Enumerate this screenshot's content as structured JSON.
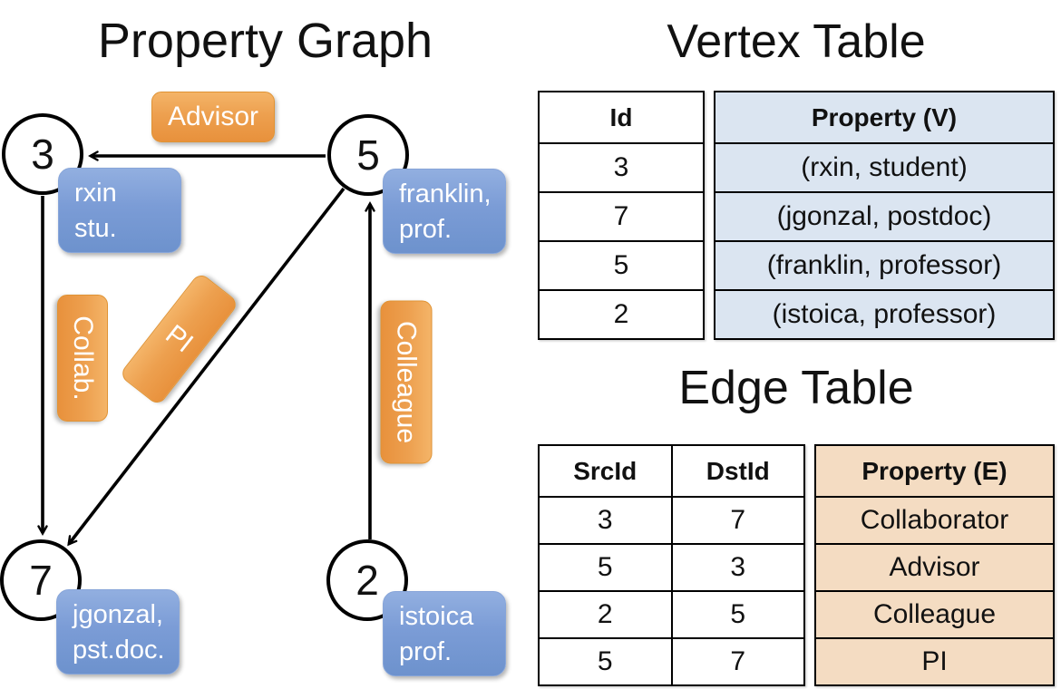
{
  "graph": {
    "title": "Property Graph",
    "nodes": [
      {
        "id": "3",
        "line1": "rxin",
        "line2": "stu."
      },
      {
        "id": "5",
        "line1": "franklin,",
        "line2": "prof."
      },
      {
        "id": "7",
        "line1": "jgonzal,",
        "line2": "pst.doc."
      },
      {
        "id": "2",
        "line1": "istoica",
        "line2": "prof."
      }
    ],
    "edge_labels": {
      "advisor": "Advisor",
      "collab": "Collab.",
      "pi": "PI",
      "colleague": "Colleague"
    }
  },
  "vertex_table": {
    "title": "Vertex Table",
    "columns": {
      "id": "Id",
      "property": "Property (V)"
    },
    "rows": [
      {
        "id": "3",
        "property": "(rxin, student)"
      },
      {
        "id": "7",
        "property": "(jgonzal, postdoc)"
      },
      {
        "id": "5",
        "property": "(franklin, professor)"
      },
      {
        "id": "2",
        "property": "(istoica, professor)"
      }
    ]
  },
  "edge_table": {
    "title": "Edge Table",
    "columns": {
      "src": "SrcId",
      "dst": "DstId",
      "property": "Property (E)"
    },
    "rows": [
      {
        "src": "3",
        "dst": "7",
        "property": "Collaborator"
      },
      {
        "src": "5",
        "dst": "3",
        "property": "Advisor"
      },
      {
        "src": "2",
        "dst": "5",
        "property": "Colleague"
      },
      {
        "src": "5",
        "dst": "7",
        "property": "PI"
      }
    ]
  },
  "colors": {
    "vertex_box_blue": "#7b9cd6",
    "edge_label_orange": "#eda04f",
    "vertex_table_fill": "#dbe5f1",
    "edge_table_fill": "#f4dcc2",
    "line_black": "#000000"
  }
}
